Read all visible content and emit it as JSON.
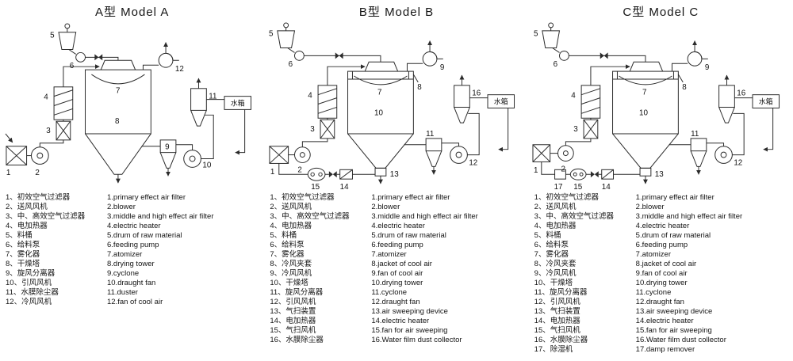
{
  "colors": {
    "ink": "#2b2b2b",
    "background": "#ffffff"
  },
  "nums": [
    "1",
    "2",
    "3",
    "4",
    "5",
    "6",
    "7",
    "8",
    "9",
    "10",
    "11",
    "12",
    "13",
    "14",
    "15",
    "16",
    "17"
  ],
  "models": [
    {
      "title": "A型 Model A",
      "water_tank": "水箱",
      "legend_cn": [
        "1、初效空气过滤器",
        "2、送风风机",
        "3、中、高效空气过滤器",
        "4、电加热器",
        "5、料桶",
        "6、给料泵",
        "7、雾化器",
        "8、干燥塔",
        "9、旋风分离器",
        "10、引风风机",
        "11、水膜除尘器",
        "12、冷风风机"
      ],
      "legend_en": [
        "1.primary effect air filter",
        "2.blower",
        "3.middle and high effect air filter",
        "4.electric heater",
        "5.drum of raw material",
        "6.feeding pump",
        "7.atomizer",
        "8.drying tower",
        "9.cyclone",
        "10.draught fan",
        "11.duster",
        "12.fan of cool air"
      ]
    },
    {
      "title": "B型 Model B",
      "water_tank": "水箱",
      "legend_cn": [
        "1、初效空气过滤器",
        "2、送风风机",
        "3、中、高效空气过滤器",
        "4、电加热器",
        "5、料桶",
        "6、给料泵",
        "7、雾化器",
        "8、冷风夹套",
        "9、冷风风机",
        "10、干燥塔",
        "11、旋风分离器",
        "12、引风风机",
        "13、气扫装置",
        "14、电加热器",
        "15、气扫风机",
        "16、水膜除尘器"
      ],
      "legend_en": [
        "1.primary effect air filter",
        "2.blower",
        "3.middle and high effect air filter",
        "4.electric heater",
        "5.drum of raw material",
        "6.feeding pump",
        "7.atomizer",
        "8.jacket of cool air",
        "9.fan of cool air",
        "10.drying tower",
        "11.cyclone",
        "12.draught fan",
        "13.air sweeping device",
        "14.electric heater",
        "15.fan for air sweeping",
        "16.Water film dust collector"
      ]
    },
    {
      "title": "C型 Model C",
      "water_tank": "水箱",
      "legend_cn": [
        "1、初效空气过滤器",
        "2、送风风机",
        "3、中、高效空气过滤器",
        "4、电加热器",
        "5、料桶",
        "6、给料泵",
        "7、雾化器",
        "8、冷风夹套",
        "9、冷风风机",
        "10、干燥塔",
        "11、旋风分离器",
        "12、引风风机",
        "13、气扫装置",
        "14、电加热器",
        "15、气扫风机",
        "16、水膜除尘器",
        "17、除湿机"
      ],
      "legend_en": [
        "1.primary effect air filter",
        "2.blower",
        "3.middle and high effect air filter",
        "4.electric heater",
        "5.drum of raw material",
        "6.feeding pump",
        "7.atomizer",
        "8.jacket of cool air",
        "9.fan of cool air",
        "10.drying tower",
        "11.cyclone",
        "12.draught fan",
        "13.air sweeping device",
        "14.electric heater",
        "15.fan for air sweeping",
        "16.Water film dust collector",
        "17.damp remover"
      ]
    }
  ]
}
